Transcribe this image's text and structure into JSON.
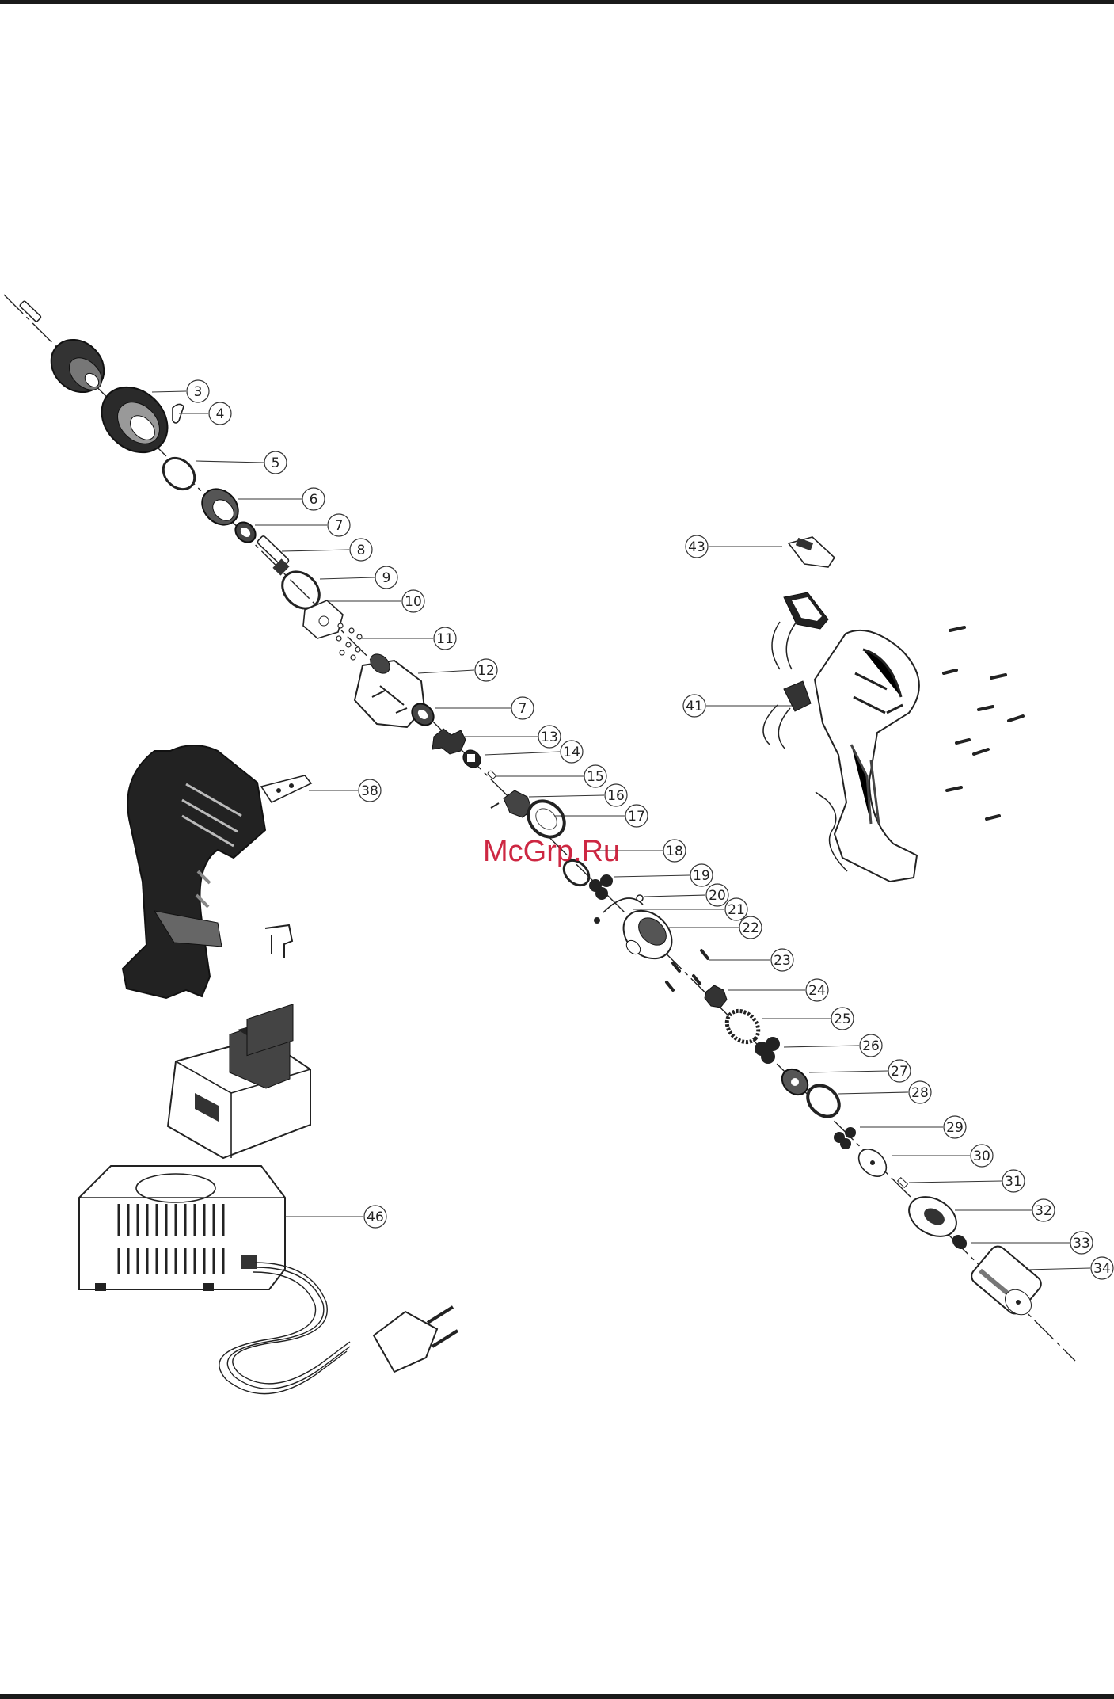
{
  "watermark": {
    "text": "McGrp.Ru",
    "color": "#c8102e"
  },
  "callouts": [
    {
      "id": "c3",
      "label": "3"
    },
    {
      "id": "c4",
      "label": "4"
    },
    {
      "id": "c5",
      "label": "5"
    },
    {
      "id": "c6",
      "label": "6"
    },
    {
      "id": "c7a",
      "label": "7"
    },
    {
      "id": "c8",
      "label": "8"
    },
    {
      "id": "c9",
      "label": "9"
    },
    {
      "id": "c10",
      "label": "10"
    },
    {
      "id": "c11",
      "label": "11"
    },
    {
      "id": "c12",
      "label": "12"
    },
    {
      "id": "c7b",
      "label": "7"
    },
    {
      "id": "c13",
      "label": "13"
    },
    {
      "id": "c14",
      "label": "14"
    },
    {
      "id": "c15",
      "label": "15"
    },
    {
      "id": "c16",
      "label": "16"
    },
    {
      "id": "c17",
      "label": "17"
    },
    {
      "id": "c18",
      "label": "18"
    },
    {
      "id": "c19",
      "label": "19"
    },
    {
      "id": "c20",
      "label": "20"
    },
    {
      "id": "c21",
      "label": "21"
    },
    {
      "id": "c22",
      "label": "22"
    },
    {
      "id": "c23",
      "label": "23"
    },
    {
      "id": "c24",
      "label": "24"
    },
    {
      "id": "c25",
      "label": "25"
    },
    {
      "id": "c26",
      "label": "26"
    },
    {
      "id": "c27",
      "label": "27"
    },
    {
      "id": "c28",
      "label": "28"
    },
    {
      "id": "c29",
      "label": "29"
    },
    {
      "id": "c30",
      "label": "30"
    },
    {
      "id": "c31",
      "label": "31"
    },
    {
      "id": "c32",
      "label": "32"
    },
    {
      "id": "c33",
      "label": "33"
    },
    {
      "id": "c34",
      "label": "34"
    },
    {
      "id": "c38",
      "label": "38"
    },
    {
      "id": "c41",
      "label": "41"
    },
    {
      "id": "c43",
      "label": "43"
    },
    {
      "id": "c46",
      "label": "46"
    }
  ]
}
